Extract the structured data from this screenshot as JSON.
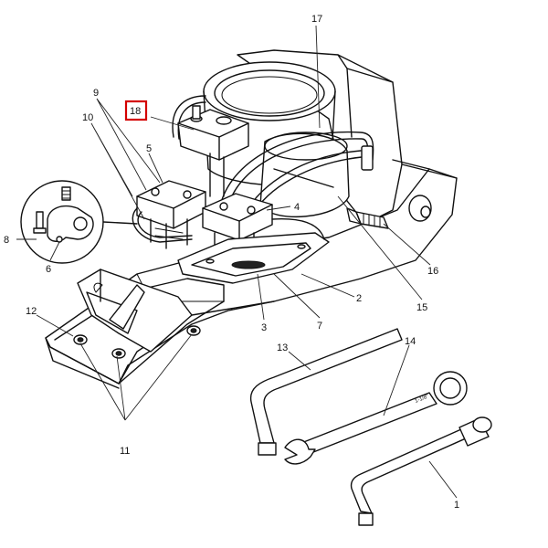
{
  "callouts": {
    "c1": "1",
    "c2": "2",
    "c3": "3",
    "c4": "4",
    "c5": "5",
    "c6": "6",
    "c7": "7",
    "c8": "8",
    "c9": "9",
    "c10": "10",
    "c11": "11",
    "c12": "12",
    "c13": "13",
    "c14": "14",
    "c15": "15",
    "c16": "16",
    "c17": "17",
    "c18": "18"
  },
  "wrench_size_label": "1-1/8\"",
  "highlighted_callout": "18",
  "highlight_color": "#d40000"
}
